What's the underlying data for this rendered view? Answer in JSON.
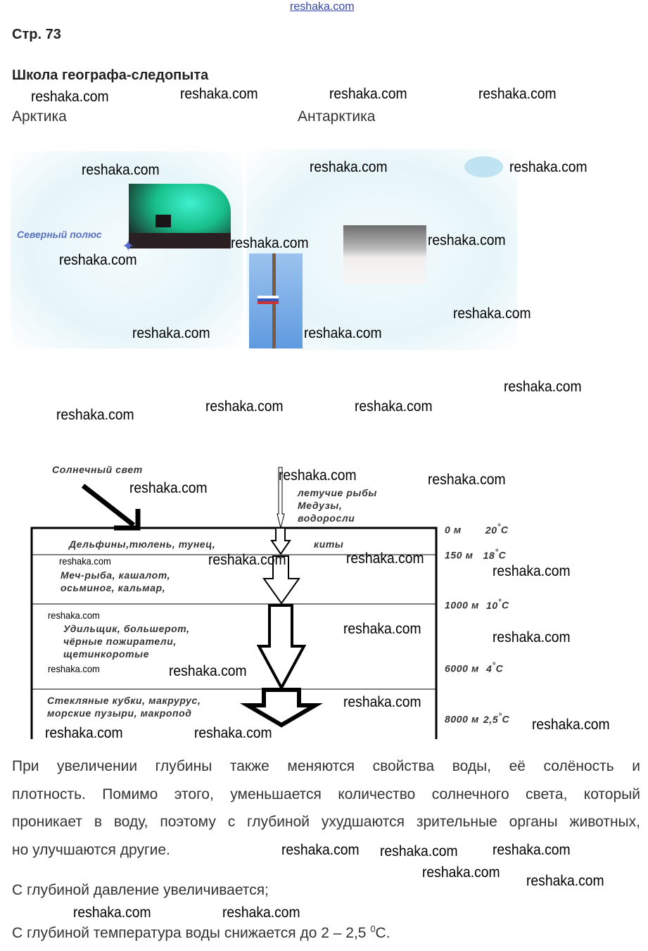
{
  "watermark": "reshaka.com",
  "header": {
    "page": "Стр. 73",
    "title": "Школа географа-следопыта"
  },
  "maps": {
    "arctic_label": "Арктика",
    "antarctic_label": "Антарктика",
    "north_pole": "Северный полюс"
  },
  "diagram": {
    "sunlight": "Солнечный свет",
    "surface": [
      "летучие рыбы",
      "Медузы,",
      "водоросли"
    ],
    "layers": [
      {
        "lines": [
          "Дельфины,тюлень, тунец,"
        ],
        "extra": "киты",
        "depth": "0 м",
        "temp": "20",
        "unit": "С"
      },
      {
        "lines": [
          "Меч-рыба, кашалот,",
          "осьминог, кальмар,"
        ],
        "depth": "150 м",
        "temp": "18",
        "unit": "С"
      },
      {
        "lines": [
          "Удильщик, большерот,",
          "чёрные пожиратели,",
          "щетинкоротые"
        ],
        "depth": "1000 м",
        "temp": "10",
        "unit": "С"
      },
      {
        "lines": [
          "Стекляные кубки, макрурус,",
          "морские пузыри, макропод"
        ],
        "depth": "6000 м",
        "temp": "4",
        "unit": "С"
      }
    ],
    "bottom": {
      "depth": "8000 м",
      "temp": "2,5",
      "unit": "С"
    }
  },
  "text": {
    "p1": [
      "При увеличении глубины также меняются  свойства воды, её солёность и",
      "плотность. Помимо этого, уменьшается количество солнечного света, который",
      "проникает в воду, поэтому с глубиной ухудшаются зрительные органы животных,"
    ],
    "p1_last": "но улучшаются другие.",
    "p2": "С глубиной давление увеличивается;",
    "p3": "С глубиной температура воды снижается до 2 – 2,5 ",
    "p3_deg": "0",
    "p3_end": "С."
  }
}
